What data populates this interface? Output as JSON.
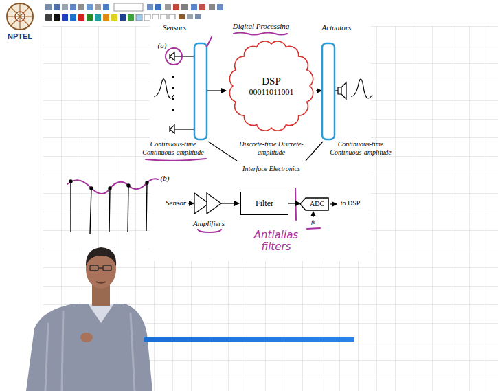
{
  "diagram": {
    "nodes": [
      {
        "text": [
          "DSP",
          "00011011001"
        ]
      },
      {
        "text": [
          "Filter"
        ]
      },
      {
        "text": [
          "ADC"
        ]
      }
    ],
    "edges": [
      {
        "from": 1,
        "to": 2,
        "arrow": "to"
      }
    ],
    "labels": [
      "NPTEL",
      "(a)",
      "Sensors",
      "Digital Processing",
      "Actuators",
      "Continuous-time Continuous-amplitude",
      "Discrete-time Discrete-amplitude",
      "Continuous-time Continuous-amplitude",
      "Interface Electronics",
      "(b)",
      "Sensor",
      "Amplifiers",
      "to DSP",
      "fs",
      "Antialias filters"
    ]
  }
}
